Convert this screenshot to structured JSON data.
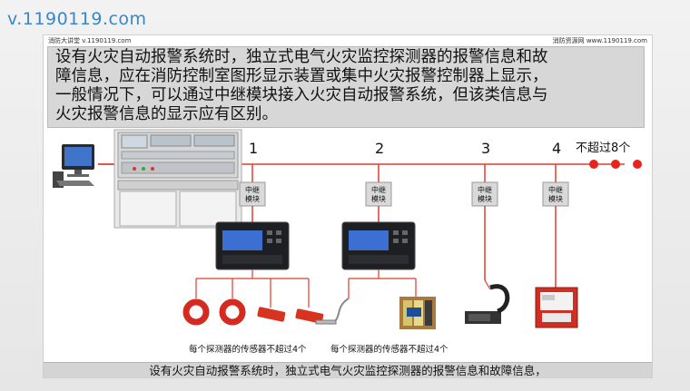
{
  "site_url": "v.1190119.com",
  "slide": {
    "top_left": "消防大讲堂 v.1190119.com",
    "top_right": "消防资源网 www.1190119.com",
    "banner_lines": [
      "设有火灾自动报警系统时，独立式电气火灾监控探测器的报警信息和故",
      "障信息，应在消防控制室图形显示装置或集中火灾报警控制器上显示，",
      "一般情况下，可以通过中继模块接入火灾自动报警系统，但该类信息与",
      "火灾报警信息的显示应有区别。"
    ],
    "caption": "设有火灾自动报警系统时，独立式电气火灾监控探测器的报警信息和故障信息，"
  },
  "diagram": {
    "branch_numbers": [
      "1",
      "2",
      "3",
      "4"
    ],
    "limit_label": "不超过8个",
    "relay_module_label_line1": "中继",
    "relay_module_label_line2": "模块",
    "sensor_note_1": "每个探测器的传感器不超过4个",
    "sensor_note_2": "每个探测器的传感器不超过4个",
    "colors": {
      "bus_line": "#e03c2e",
      "dot": "#e8241c",
      "module": "#d9d9d9"
    }
  }
}
